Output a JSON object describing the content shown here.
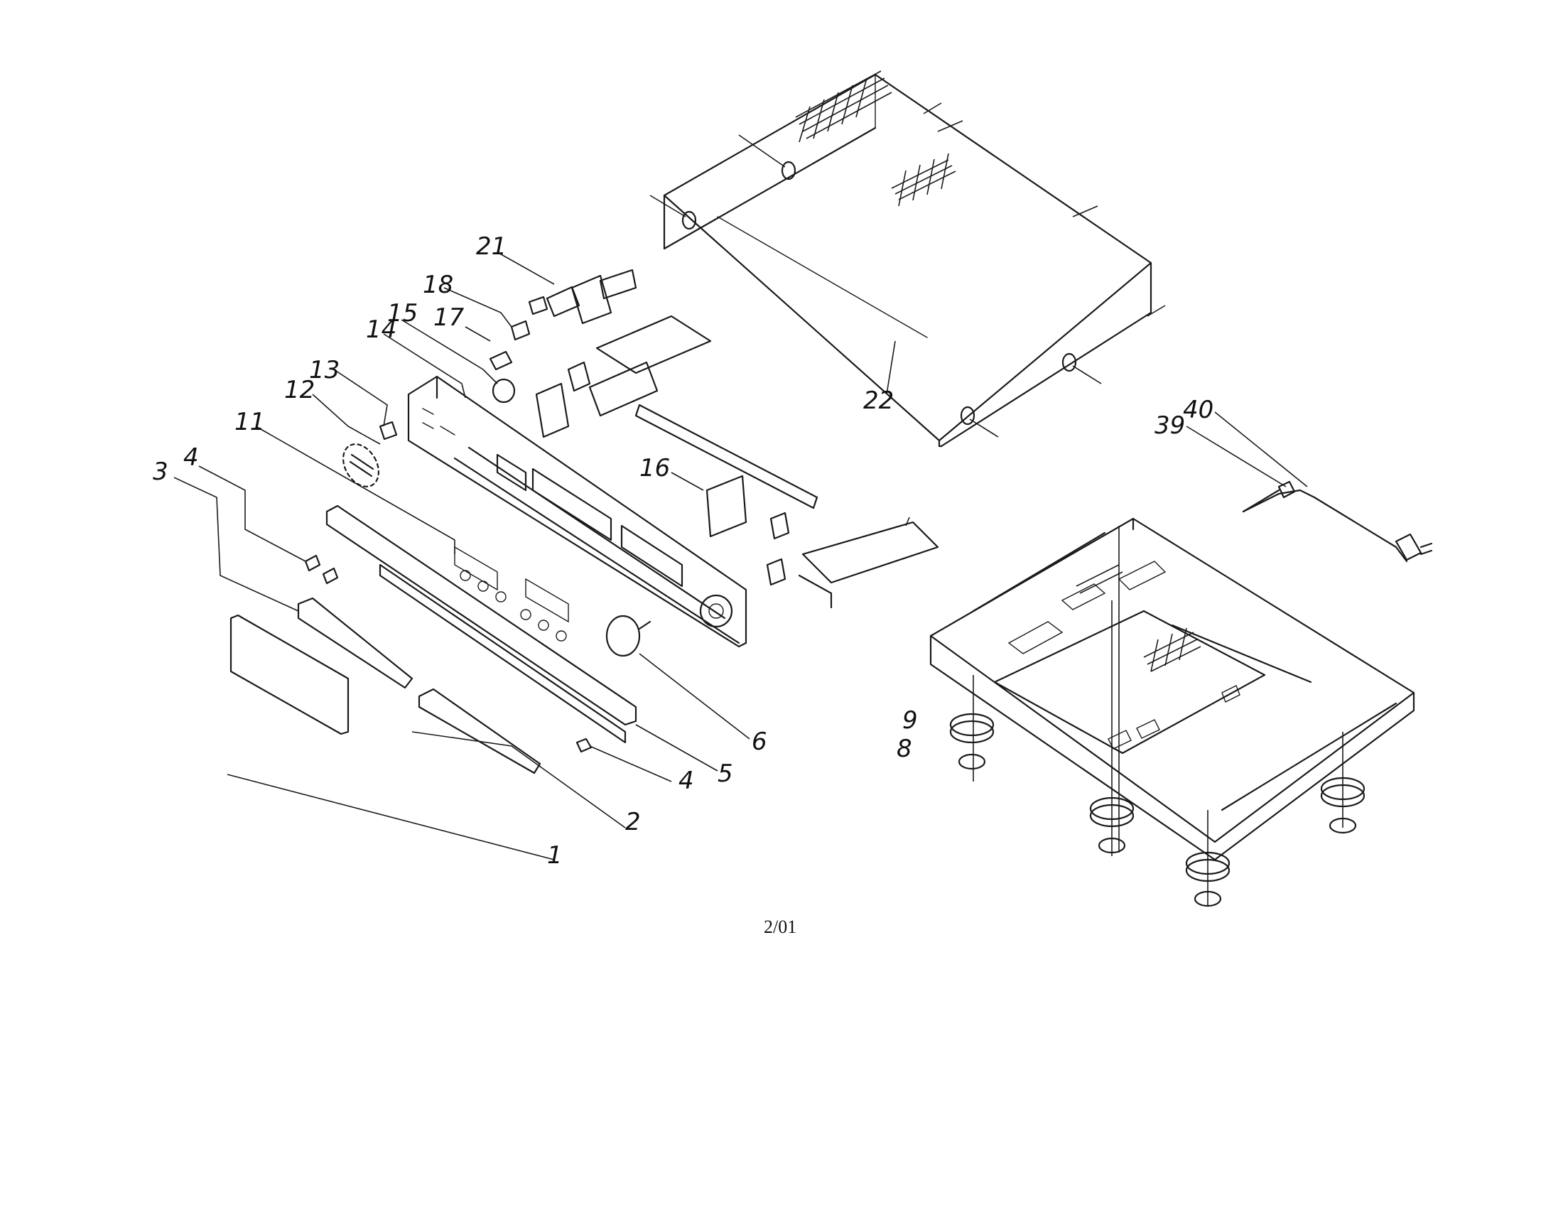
{
  "diagram": {
    "callouts": [
      "1",
      "2",
      "3",
      "4",
      "4",
      "5",
      "6",
      "8",
      "9",
      "11",
      "12",
      "13",
      "14",
      "15",
      "16",
      "17",
      "18",
      "21",
      "22",
      "39",
      "40"
    ]
  },
  "footer": {
    "page_code": "2/01"
  }
}
